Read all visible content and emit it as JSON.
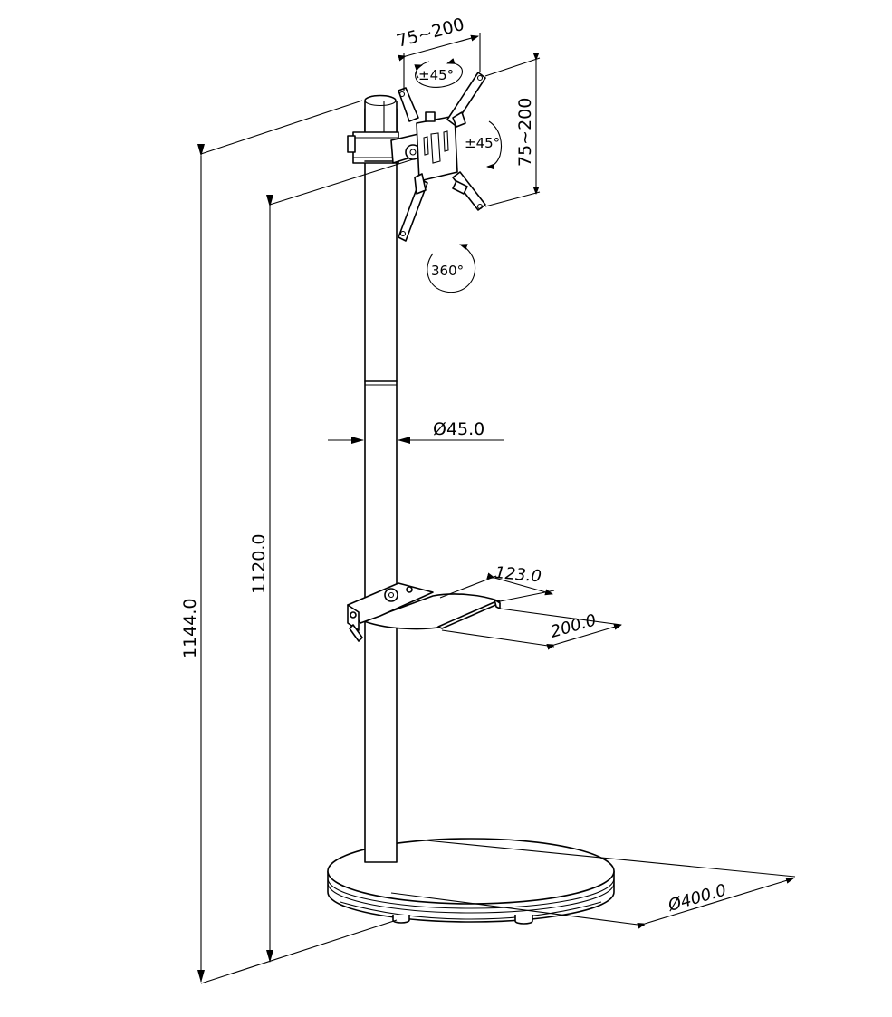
{
  "dimensions": {
    "overall_height": "1144.0",
    "max_mount_height": "1120.0",
    "pole_diameter": "Ø45.0",
    "vesa_width": "75~200",
    "vesa_height": "75~200",
    "tilt": "±45°",
    "swivel": "±45°",
    "rotation": "360°",
    "shelf_depth": "123.0",
    "shelf_width": "200.0",
    "base_diameter": "Ø400.0"
  }
}
